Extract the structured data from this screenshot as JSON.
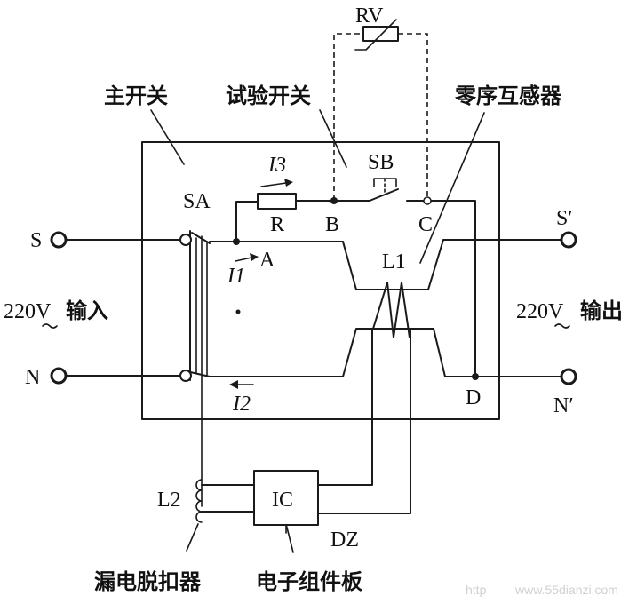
{
  "labels": {
    "rv": "RV",
    "main_switch": "主开关",
    "test_switch": "试验开关",
    "zero_seq_ct": "零序互感器",
    "sb": "SB",
    "i3": "I3",
    "sa": "SA",
    "r": "R",
    "b": "B",
    "c": "C",
    "s_in": "S",
    "s_out": "S′",
    "a": "A",
    "l1": "L1",
    "i1": "I1",
    "input_220v": "220V",
    "input_text": "输入",
    "output_220v": "220V",
    "output_text": "输出",
    "n_in": "N",
    "n_out": "N′",
    "d": "D",
    "i2": "I2",
    "ic": "IC",
    "l2": "L2",
    "dz": "DZ",
    "trip_device": "漏电脱扣器",
    "electronic_board": "电子组件板",
    "watermark": "www.55dianzi.com",
    "watermark_prefix": "http"
  }
}
